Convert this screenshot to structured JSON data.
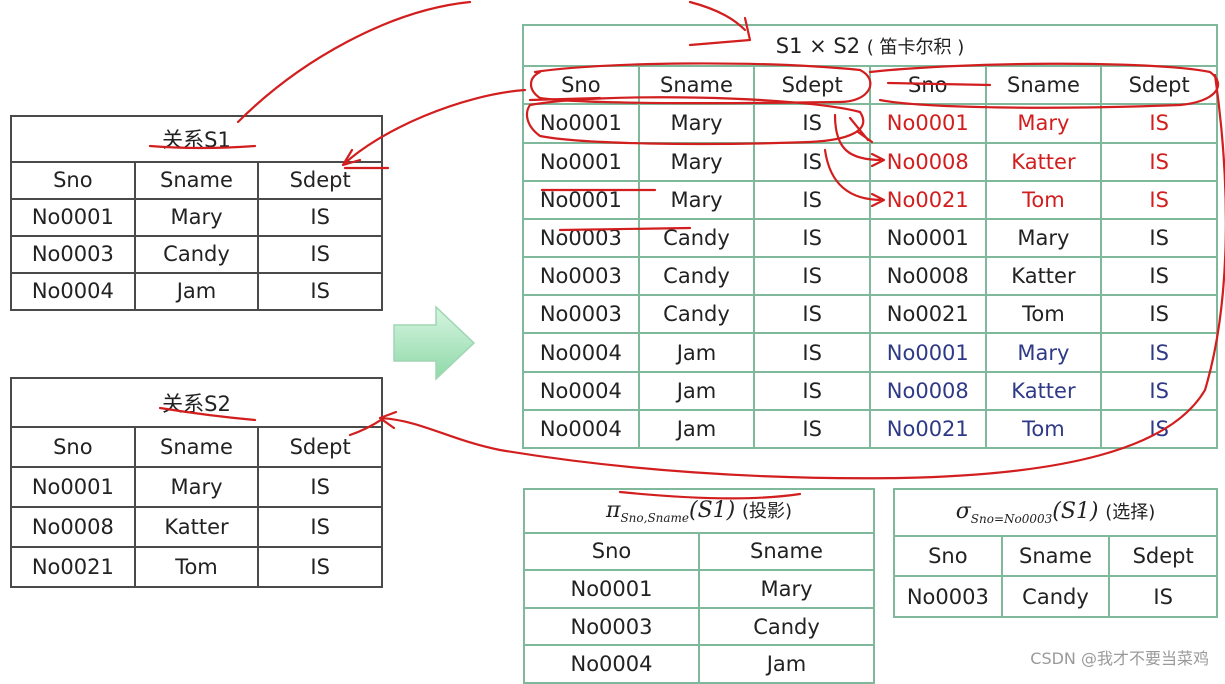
{
  "s1": {
    "title": "关系S1",
    "headers": [
      "Sno",
      "Sname",
      "Sdept"
    ],
    "rows": [
      [
        "No0001",
        "Mary",
        "IS"
      ],
      [
        "No0003",
        "Candy",
        "IS"
      ],
      [
        "No0004",
        "Jam",
        "IS"
      ]
    ]
  },
  "s2": {
    "title": "关系S2",
    "headers": [
      "Sno",
      "Sname",
      "Sdept"
    ],
    "rows": [
      [
        "No0001",
        "Mary",
        "IS"
      ],
      [
        "No0008",
        "Katter",
        "IS"
      ],
      [
        "No0021",
        "Tom",
        "IS"
      ]
    ]
  },
  "product": {
    "title": "S1 × S2",
    "title_note": "( 笛卡尔积 )",
    "headers": [
      "Sno",
      "Sname",
      "Sdept",
      "Sno",
      "Sname",
      "Sdept"
    ],
    "rows": [
      [
        "No0001",
        "Mary",
        "IS",
        "No0001",
        "Mary",
        "IS"
      ],
      [
        "No0001",
        "Mary",
        "IS",
        "No0008",
        "Katter",
        "IS"
      ],
      [
        "No0001",
        "Mary",
        "IS",
        "No0021",
        "Tom",
        "IS"
      ],
      [
        "No0003",
        "Candy",
        "IS",
        "No0001",
        "Mary",
        "IS"
      ],
      [
        "No0003",
        "Candy",
        "IS",
        "No0008",
        "Katter",
        "IS"
      ],
      [
        "No0003",
        "Candy",
        "IS",
        "No0021",
        "Tom",
        "IS"
      ],
      [
        "No0004",
        "Jam",
        "IS",
        "No0001",
        "Mary",
        "IS"
      ],
      [
        "No0004",
        "Jam",
        "IS",
        "No0008",
        "Katter",
        "IS"
      ],
      [
        "No0004",
        "Jam",
        "IS",
        "No0021",
        "Tom",
        "IS"
      ]
    ],
    "right_colors": [
      "red",
      "red",
      "red",
      "default",
      "default",
      "default",
      "navy",
      "navy",
      "navy"
    ]
  },
  "projection": {
    "symbol": "π",
    "subscript": "Sno,Sname",
    "arg": "(S1)",
    "note": "(投影)",
    "headers": [
      "Sno",
      "Sname"
    ],
    "rows": [
      [
        "No0001",
        "Mary"
      ],
      [
        "No0003",
        "Candy"
      ],
      [
        "No0004",
        "Jam"
      ]
    ]
  },
  "selection": {
    "symbol": "σ",
    "subscript": "Sno=No0003",
    "arg": "(S1)",
    "note": "(选择)",
    "headers": [
      "Sno",
      "Sname",
      "Sdept"
    ],
    "rows": [
      [
        "No0003",
        "Candy",
        "IS"
      ]
    ]
  },
  "colors": {
    "ink": "#d21e1e",
    "navy": "#2f3a86",
    "green_border": "#7fb89a",
    "arrow_fill": "#a8e6bf"
  },
  "watermark": "CSDN @我才不要当菜鸡"
}
